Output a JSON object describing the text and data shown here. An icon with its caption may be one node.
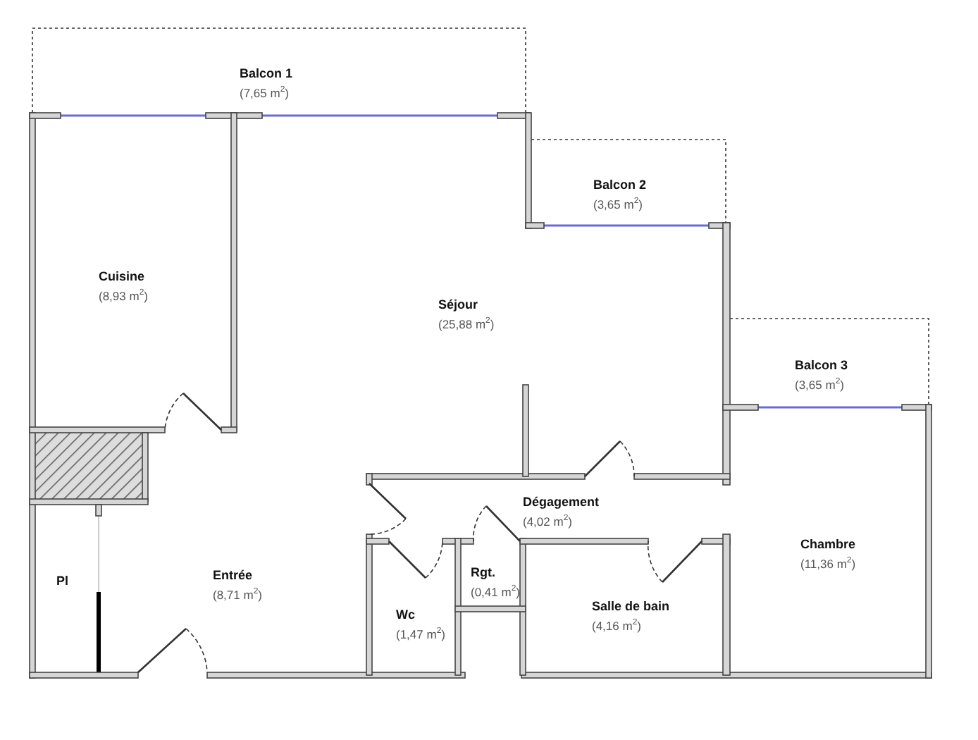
{
  "diagram": {
    "nodes": [
      {
        "text": [
          "Balcon 1",
          "(7,65 m$^{2}$)"
        ]
      },
      {
        "text": [
          "Balcon 2",
          "(3,65 m$^{2}$)"
        ]
      },
      {
        "text": [
          "Cuisine",
          "(8,93 m$^{2}$)"
        ]
      },
      {
        "text": [
          "Séjour",
          "(25,88 m$^{2}$)"
        ]
      },
      {
        "text": [
          "Balcon 3",
          "(3,65 m$^{2}$)"
        ]
      },
      {
        "text": [
          "Dégagement",
          "(4,02 m$^{2}$)"
        ]
      },
      {
        "text": [
          "Chambre",
          "(11,36 m$^{2}$)"
        ]
      },
      {
        "text": [
          "Entrée",
          "(8,71 m$^{2}$)"
        ]
      },
      {
        "text": [
          "Pl"
        ]
      },
      {
        "text": [
          "Rgt.",
          "(0,41 m$^{2}$)"
        ]
      },
      {
        "text": [
          "Salle de bain",
          "(4,16 m$^{2}$)"
        ]
      },
      {
        "text": [
          "Wc",
          "(1,47 m$^{2}$)"
        ]
      }
    ]
  }
}
